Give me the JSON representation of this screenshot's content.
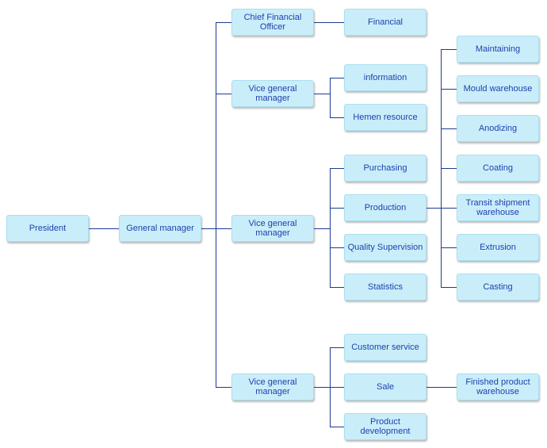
{
  "nodes": {
    "president": "President",
    "general_manager": "General manager",
    "cfo": "Chief Financial Officer",
    "financial": "Financial",
    "vp1": "Vice general manager",
    "information": "information",
    "hemen_resource": "Hemen resource",
    "vp2": "Vice general manager",
    "purchasing": "Purchasing",
    "production": "Production",
    "quality_supervision": "Quality Supervision",
    "statistics": "Statistics",
    "maintaining": "Maintaining",
    "mould_warehouse": "Mould warehouse",
    "anodizing": "Anodizing",
    "coating": "Coating",
    "transit_shipment_warehouse": "Transit shipment warehouse",
    "extrusion": "Extrusion",
    "casting": "Casting",
    "vp3": "Vice general manager",
    "customer_service": "Customer service",
    "sale": "Sale",
    "product_development": "Product development",
    "finished_product_warehouse": "Finished product warehouse"
  },
  "colors": {
    "node_fill": "#c9eefa",
    "node_border": "#a9dff0",
    "node_text": "#1f3fae",
    "connector": "#1f3a93"
  }
}
